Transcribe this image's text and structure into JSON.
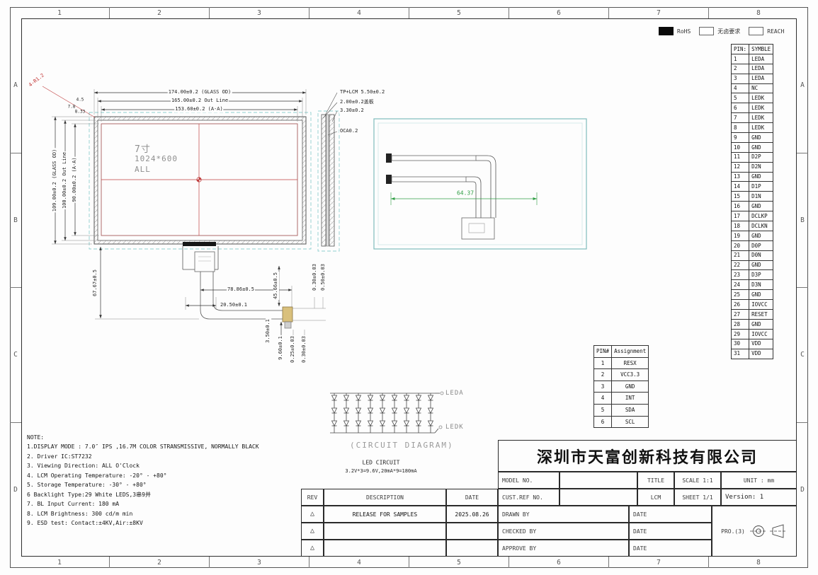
{
  "sheet": {
    "grid_cols": [
      "1",
      "2",
      "3",
      "4",
      "5",
      "6",
      "7",
      "8"
    ],
    "grid_rows": [
      "A",
      "B",
      "C",
      "D"
    ]
  },
  "compliance": {
    "items": [
      {
        "label": "RoHS",
        "filled": true
      },
      {
        "label": "无卤要求",
        "filled": false
      },
      {
        "label": "REACH",
        "filled": false
      }
    ]
  },
  "pin_table": {
    "header": [
      "PIN:",
      "SYMBLE"
    ],
    "rows": [
      [
        "1",
        "LEDA"
      ],
      [
        "2",
        "LEDA"
      ],
      [
        "3",
        "LEDA"
      ],
      [
        "4",
        "NC"
      ],
      [
        "5",
        "LEDK"
      ],
      [
        "6",
        "LEDK"
      ],
      [
        "7",
        "LEDK"
      ],
      [
        "8",
        "LEDK"
      ],
      [
        "9",
        "GND"
      ],
      [
        "10",
        "GND"
      ],
      [
        "11",
        "D2P"
      ],
      [
        "12",
        "D2N"
      ],
      [
        "13",
        "GND"
      ],
      [
        "14",
        "D1P"
      ],
      [
        "15",
        "D1N"
      ],
      [
        "16",
        "GND"
      ],
      [
        "17",
        "DCLKP"
      ],
      [
        "18",
        "DCLKN"
      ],
      [
        "19",
        "GND"
      ],
      [
        "20",
        "D0P"
      ],
      [
        "21",
        "D0N"
      ],
      [
        "22",
        "GND"
      ],
      [
        "23",
        "D3P"
      ],
      [
        "24",
        "D3N"
      ],
      [
        "25",
        "GND"
      ],
      [
        "26",
        "IOVCC"
      ],
      [
        "27",
        "RESET"
      ],
      [
        "28",
        "GND"
      ],
      [
        "29",
        "IOVCC"
      ],
      [
        "30",
        "VDD"
      ],
      [
        "31",
        "VDD"
      ]
    ]
  },
  "tp_table": {
    "header": [
      "PIN#",
      "Assignment"
    ],
    "rows": [
      [
        "1",
        "RESX"
      ],
      [
        "2",
        "VCC3.3"
      ],
      [
        "3",
        "GND"
      ],
      [
        "4",
        "INT"
      ],
      [
        "5",
        "SDA"
      ],
      [
        "6",
        "SCL"
      ]
    ]
  },
  "front_view": {
    "screen_line1": "7寸",
    "screen_line2": "1024*600",
    "screen_line3": "ALL",
    "dims": {
      "glass_od_w": "174.00±0.2 (GLASS OD)",
      "outline_w": "165.00±0.2 Out Line",
      "aa_w": "153.60±0.2 (A-A)",
      "glass_od_h": "109.00±0.2 (GLASS OD)",
      "outline_h": "100.00±0.2 Out Line",
      "aa_h": "90.00±0.2 (A-A)",
      "corner_r": "4-R1.2",
      "d1": "4.5",
      "d2": "7.8",
      "d3": "8.33",
      "tail_len": "67.67±0.5",
      "fpc_w": "78.86±0.5",
      "fpc_off": "20.50±0.1",
      "fpc_h": "45.66±0.5",
      "t1": "0.30±0.03",
      "t2": "0.50±0.03",
      "t3": "3.50±0.1",
      "t4": "9.60±0.1",
      "t5": "0.25±0.03",
      "t6": "0.30±0.03"
    }
  },
  "side_view": {
    "labels": [
      "TP+LCM 5.50±0.2",
      "2.00±0.2盖板",
      "3.30±0.2",
      "OCA0.2"
    ]
  },
  "back_view": {
    "dim": "64.37"
  },
  "circuit": {
    "leda": "LEDA",
    "ledk": "LEDK",
    "caption": "(CIRCUIT DIAGRAM)",
    "title": "LED CIRCUIT",
    "subtitle": "3.2V*3=9.6V,20mA*9=180mA",
    "cols": 9,
    "rows": 3
  },
  "notes": {
    "title": "NOTE:",
    "lines": [
      "1.DISPLAY MODE : 7.0″ IPS ,16.7M COLOR STRANSMISSIVE, NORMALLY BLACK",
      "2. Driver IC:ST7232",
      "3. Viewing Direction: ALL O'Clock",
      "4. LCM Operating Temperature: -20° -  +80°",
      "5. Storage Temperature: -30° -  +80°",
      "6 Backlight Type:29 White LEDS,3串9并",
      "7. BL Input Current: 180 mA",
      "8. LCM Brightness: 300 cd/m  min",
      "9. ESD test: Contact:±4KV,Air:±8KV"
    ]
  },
  "title_block": {
    "company": "深圳市天富创新科技有限公司",
    "model_no": "MODEL NO.",
    "cust_ref": "CUST.REF NO.",
    "title_label": "TITLE",
    "title_value": "LCM",
    "scale": "SCALE 1:1",
    "sheet": "SHEET 1/1",
    "unit": "UNIT : mm",
    "version": "Version: 1",
    "rev": "REV",
    "description": "DESCRIPTION",
    "date": "DATE",
    "rev_mark": "△",
    "release": "RELEASE FOR SAMPLES",
    "release_date": "2025.08.26",
    "drawn": "DRAWN BY",
    "checked": "CHECKED BY",
    "approved": "APPROVE BY",
    "date_drawn": "DATE",
    "date_checked": "DATE",
    "date_approved": "DATE",
    "projection": "PRO.(3)"
  }
}
